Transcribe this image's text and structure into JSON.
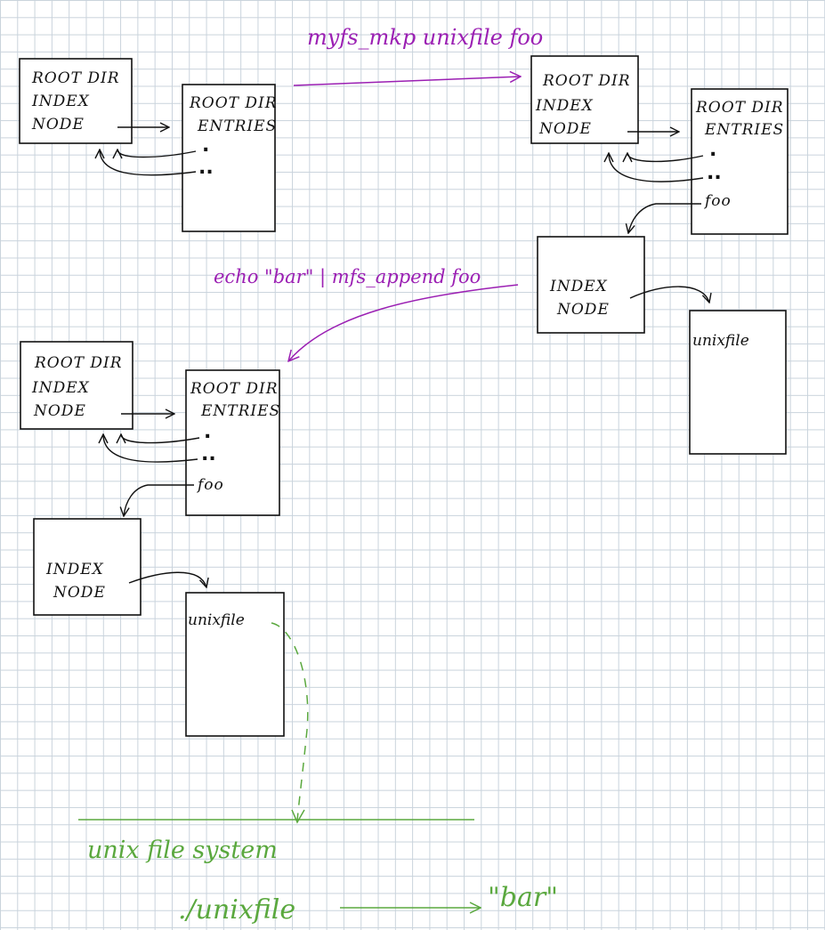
{
  "commands": {
    "mkp": "myfs_mkp unixfile foo",
    "append": "echo \"bar\" | mfs_append foo"
  },
  "labels": {
    "root_inode_1": "ROOT DIR",
    "root_inode_2": "INDEX",
    "root_inode_3": "NODE",
    "root_entries_1": "ROOT DIR",
    "root_entries_2": "ENTRIES",
    "dot": ".",
    "dotdot": "..",
    "foo": "foo",
    "index_1": "INDEX",
    "index_2": "NODE",
    "unixfile": "unixfile"
  },
  "unix_fs": {
    "title": "unix file system",
    "path": "./unixfile",
    "content": "\"bar\""
  },
  "colors": {
    "ink": "#111111",
    "command": "#9b1fb3",
    "unix": "#5aa83e",
    "grid": "#c9d3dc"
  }
}
